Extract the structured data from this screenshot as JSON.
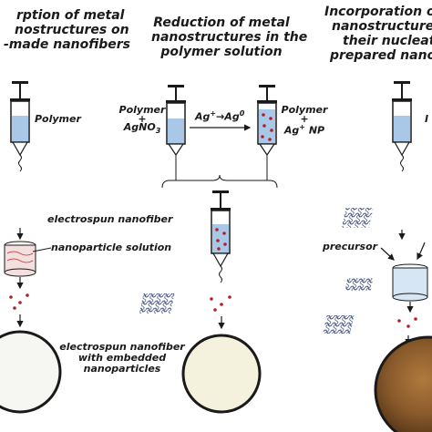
{
  "titles": {
    "left": [
      "rption of metal",
      "nostructures on",
      "-made nanofibers"
    ],
    "center": [
      "Reduction of metal",
      "nanostructures  in the",
      "polymer solution"
    ],
    "right": [
      "Incorporation o",
      "nanostructures i",
      "their nucleatio",
      "prepared nano"
    ]
  },
  "labels": {
    "polymer": "Polymer",
    "polymer_agno3": [
      "Polymer",
      "+",
      "AgNO"
    ],
    "agno3_sub": "3",
    "reaction": "Ag",
    "reaction_sup1": "+",
    "reaction_arrow": "→Ag",
    "reaction_sup2": "0",
    "polymer_agnp": [
      "Polymer",
      "+",
      "Ag NP"
    ],
    "agnp_sup": "+",
    "electrospun_nanofiber": "electrospun nanofiber",
    "nanoparticle_solution": "nanoparticle solution",
    "embedded": [
      "electrospun nanofiber",
      "with embedded",
      "nanoparticles"
    ],
    "precursor": "precursor",
    "right_cut": "I"
  },
  "colors": {
    "solution": "#a9c8e8",
    "particle": "#b3202a",
    "disc_left": "#f6f6f3",
    "disc_center": "#f4f1dc",
    "disc_right": "#8a5a2b",
    "line": "#1a1a1a"
  }
}
